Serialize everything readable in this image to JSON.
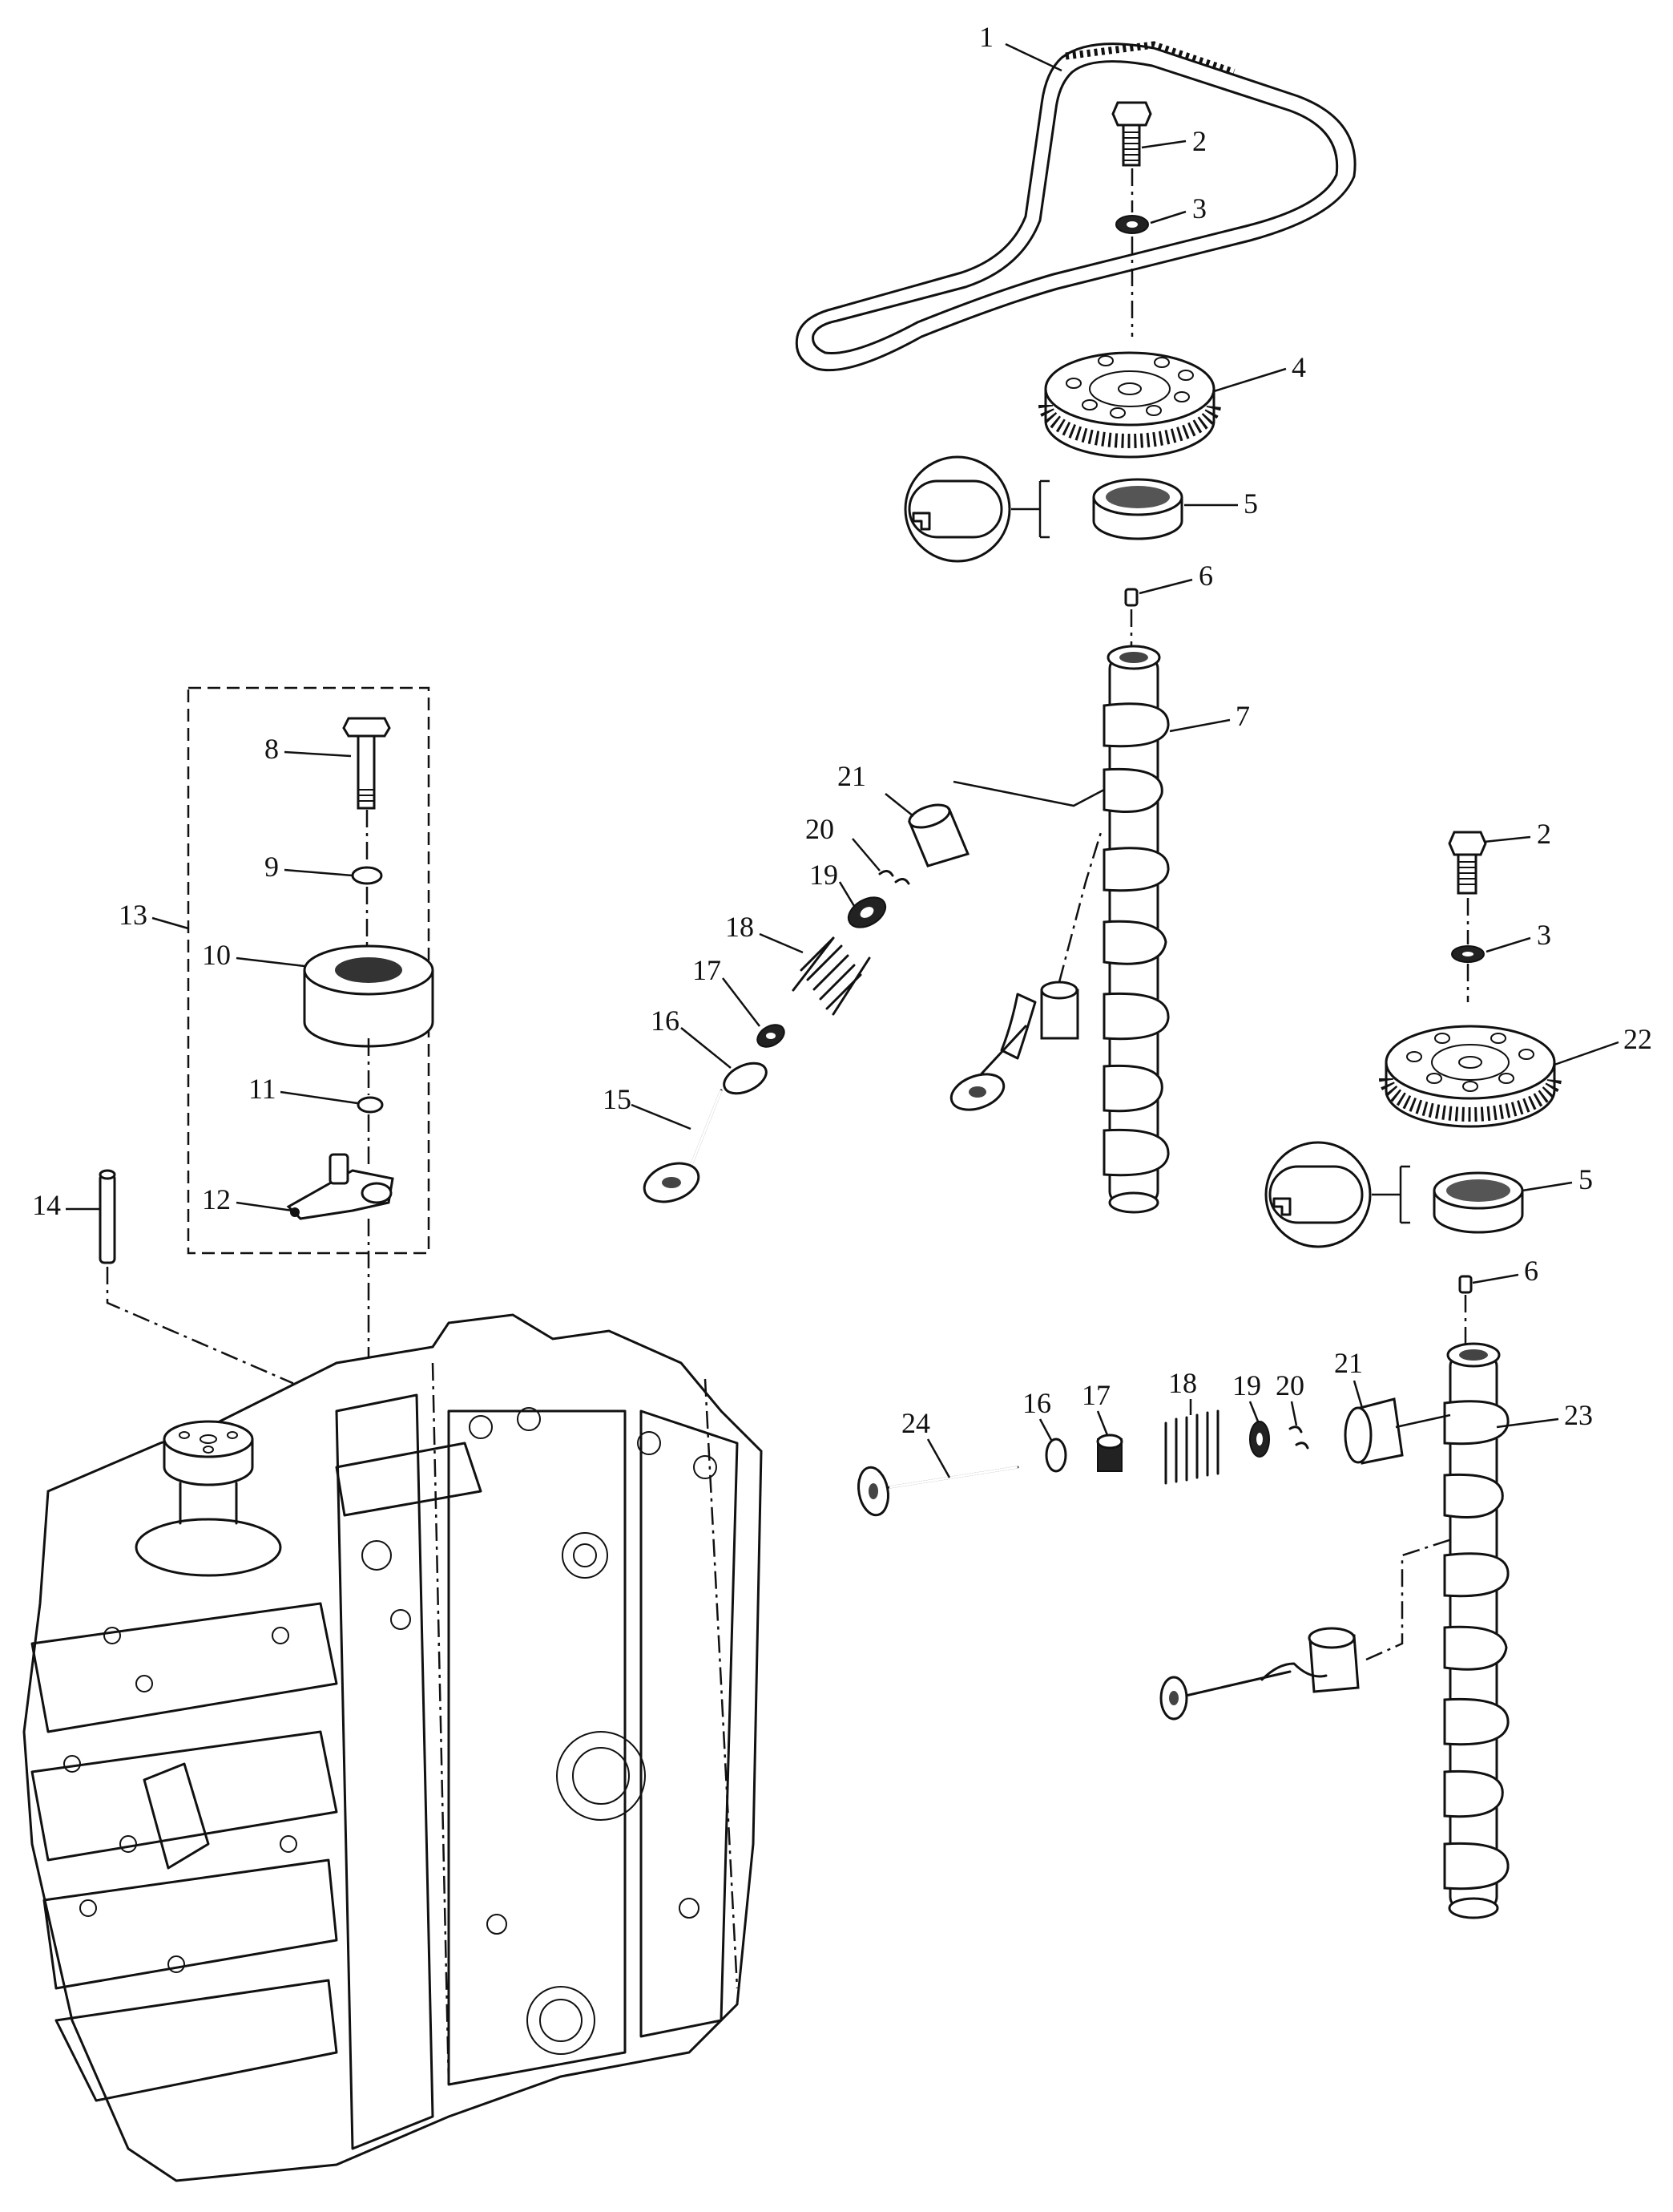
{
  "callouts": {
    "c1": "1",
    "c2a": "2",
    "c3a": "3",
    "c4": "4",
    "c5a": "5",
    "c6a": "6",
    "c7": "7",
    "c8": "8",
    "c9": "9",
    "c10": "10",
    "c11": "11",
    "c12": "12",
    "c13": "13",
    "c14": "14",
    "c15": "15",
    "c16a": "16",
    "c17a": "17",
    "c18a": "18",
    "c19a": "19",
    "c20a": "20",
    "c21a": "21",
    "c2b": "2",
    "c3b": "3",
    "c22": "22",
    "c5b": "5",
    "c6b": "6",
    "c23": "23",
    "c21b": "21",
    "c20b": "20",
    "c19b": "19",
    "c18b": "18",
    "c17b": "17",
    "c16b": "16",
    "c24": "24"
  },
  "parts": {
    "timing-belt": "timing-belt",
    "bolt": "bolt",
    "washer": "washer",
    "cam-pulley": "cam-pulley",
    "oil-seal": "oil-seal",
    "dowel-pin": "dowel-pin",
    "camshaft": "camshaft",
    "tensioner-assembly": "tensioner-assembly",
    "engine-block": "engine-block",
    "valve": "valve",
    "valve-spring": "valve-spring",
    "valve-lifter": "valve-lifter"
  }
}
